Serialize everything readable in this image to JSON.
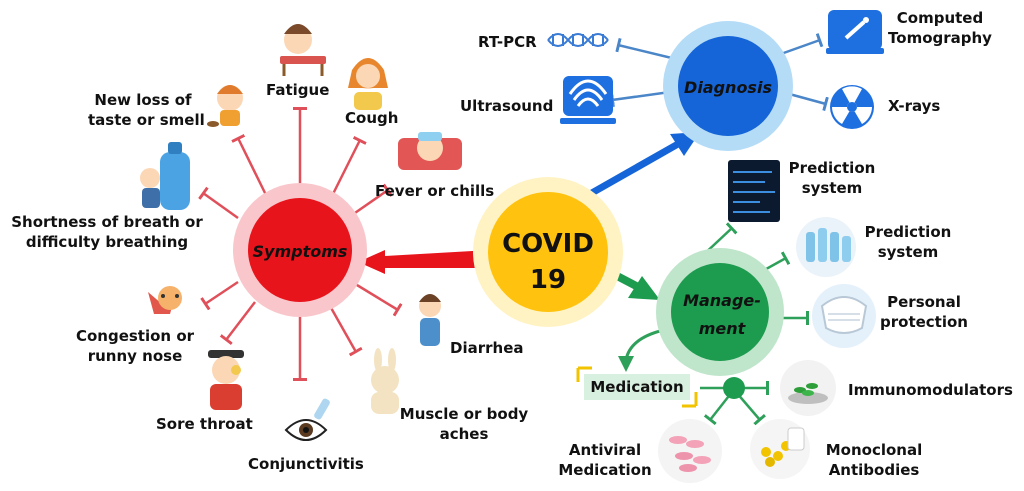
{
  "center": {
    "line1": "COVID",
    "line2": "19"
  },
  "hubs": {
    "symptoms": "Symptoms",
    "diagnosis": "Diagnosis",
    "management_line1": "Manage-",
    "management_line2": "ment"
  },
  "symptoms": {
    "fatigue": "Fatigue",
    "taste_smell_1": "New loss of",
    "taste_smell_2": "taste or smell",
    "cough": "Cough",
    "fever": "Fever or chills",
    "breath_1": "Shortness of breath or",
    "breath_2": "difficulty breathing",
    "congestion_1": "Congestion or",
    "congestion_2": "runny nose",
    "sore_throat": "Sore throat",
    "conjunctivitis": "Conjunctivitis",
    "muscle_1": "Muscle or body",
    "muscle_2": "aches",
    "diarrhea": "Diarrhea"
  },
  "diagnosis": {
    "rtpcr": "RT-PCR",
    "ultrasound": "Ultrasound",
    "ct_1": "Computed",
    "ct_2": "Tomography",
    "xrays": "X-rays"
  },
  "management": {
    "prediction_a_1": "Prediction",
    "prediction_a_2": "system",
    "prediction_b_1": "Prediction",
    "prediction_b_2": "system",
    "protection_1": "Personal",
    "protection_2": "protection",
    "medication": "Medication",
    "immuno": "Immunomodulators",
    "antiviral_1": "Antiviral",
    "antiviral_2": "Medication",
    "monoclonal_1": "Monoclonal",
    "monoclonal_2": "Antibodies"
  },
  "colors": {
    "covid": "#FFC30F",
    "covid_ring": "#FFF3C4",
    "symptoms": "#E8141C",
    "symptoms_ring": "#F9C7CB",
    "diagnosis": "#1565D8",
    "diagnosis_ring": "#B5DCF7",
    "management": "#1D9B4F",
    "management_ring": "#BFE5CB",
    "inhibit_red": "#E0505A",
    "inhibit_blue": "#4A86C8",
    "inhibit_green": "#2EA05A"
  }
}
